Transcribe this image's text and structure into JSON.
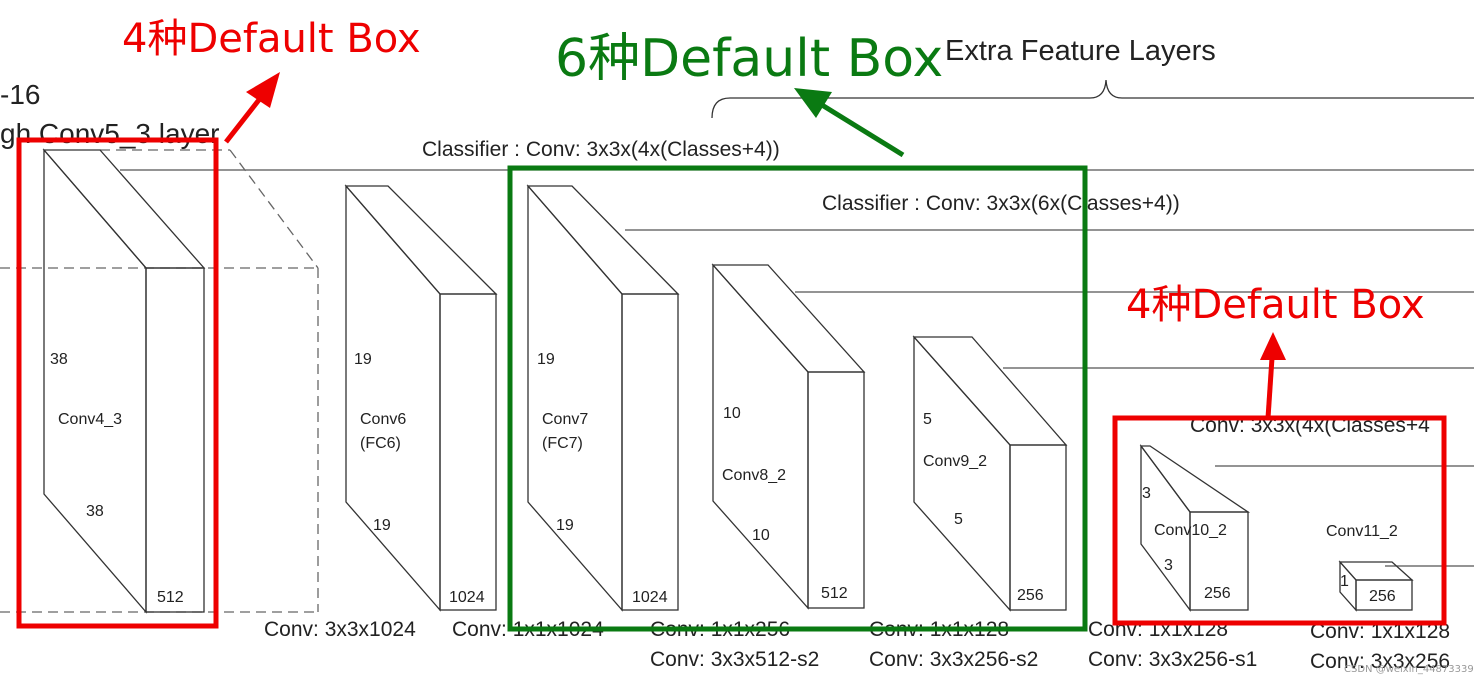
{
  "annotations": {
    "left_label": "4种Default Box",
    "middle_label": "6种Default Box",
    "right_label": "4种Default Box",
    "red_color": "#ee0000",
    "green_color": "#0a7a12"
  },
  "header": {
    "extra_feature_layers": "Extra Feature Layers",
    "vgg_line1": "-16",
    "vgg_line2": "gh Conv5_3 layer"
  },
  "classifiers": {
    "top": "Classifier : Conv: 3x3x(4x(Classes+4))",
    "second": "Classifier : Conv: 3x3x(6x(Classes+4))",
    "third": "Conv: 3x3x(4x(Classes+4"
  },
  "layers": {
    "conv4_3": {
      "name": "Conv4_3",
      "height": "38",
      "width": "38",
      "depth": "512"
    },
    "conv6": {
      "name": "Conv6",
      "sub": "(FC6)",
      "height": "19",
      "width": "19",
      "depth": "1024"
    },
    "conv7": {
      "name": "Conv7",
      "sub": "(FC7)",
      "height": "19",
      "width": "19",
      "depth": "1024"
    },
    "conv8_2": {
      "name": "Conv8_2",
      "height": "10",
      "width": "10",
      "depth": "512"
    },
    "conv9_2": {
      "name": "Conv9_2",
      "height": "5",
      "width": "5",
      "depth": "256"
    },
    "conv10_2": {
      "name": "Conv10_2",
      "height": "3",
      "width": "3",
      "depth": "256"
    },
    "conv11_2": {
      "name": "Conv11_2",
      "height": "1",
      "depth": "256"
    }
  },
  "operations": {
    "row1": [
      "Conv: 3x3x1024",
      "Conv: 1x1x1024",
      "Conv: 1x1x256",
      "Conv: 1x1x128",
      "Conv: 1x1x128",
      "Conv: 1x1x128"
    ],
    "row2": [
      "Conv:  3x3x512-s2",
      "Conv: 3x3x256-s2",
      "Conv: 3x3x256-s1",
      "Conv: 3x3x256"
    ]
  },
  "watermark": "CSDN @weixin_44873339"
}
